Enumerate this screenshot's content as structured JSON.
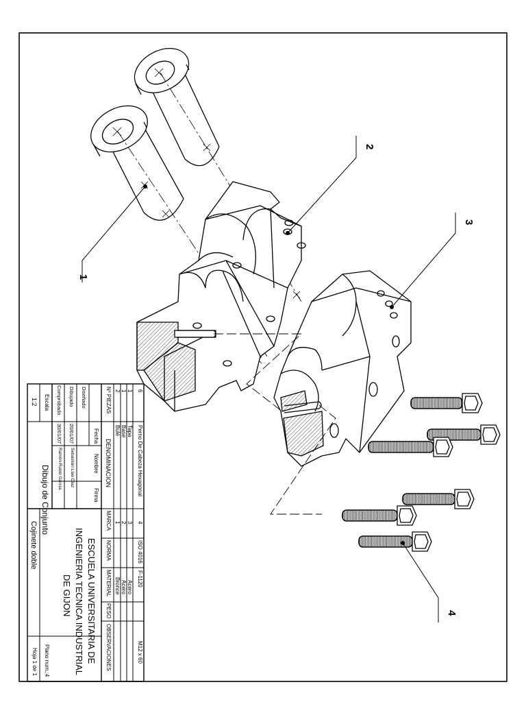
{
  "callouts": [
    {
      "num": "1"
    },
    {
      "num": "2"
    },
    {
      "num": "3"
    },
    {
      "num": "4"
    }
  ],
  "title_block": {
    "parts_header": {
      "n_piezas": "Nº PIEZAS",
      "denominacion": "DENOMINACION",
      "marca": "MARCA",
      "norma": "NORMA",
      "material": "MATERIAL",
      "peso": "PESO",
      "observaciones": "OBSERVACIONES"
    },
    "parts": [
      {
        "qty": "6",
        "name": "Perno De Cabeza Hexagonal",
        "mark": "4",
        "norm": "ISO 4016",
        "material": "F-1120",
        "obs": "M12 x 60"
      },
      {
        "qty": "1",
        "name": "Tapa",
        "mark": "3",
        "norm": "",
        "material": "Acero",
        "obs": ""
      },
      {
        "qty": "1",
        "name": "Base",
        "mark": "2",
        "norm": "",
        "material": "Acero",
        "obs": ""
      },
      {
        "qty": "2",
        "name": "Bulé",
        "mark": "1",
        "norm": "",
        "material": "Bronce",
        "obs": ""
      }
    ],
    "signatures": {
      "fecha_label": "Fecha",
      "nombre_label": "Nombre",
      "firma_label": "Firma",
      "rows": [
        {
          "role": "Diseñado",
          "date": "",
          "name": ""
        },
        {
          "role": "Dibujado",
          "date": "20/01/07",
          "name": "Sebastián Llao Díaz"
        },
        {
          "role": "Comprobado",
          "date": "30/01/07",
          "name": "Ramón Rubio García"
        }
      ]
    },
    "school": [
      "ESCUELA UNIVERSITARIA DE",
      "INGENIERIA TECNICA INDUSTRIAL",
      "DE GIJON"
    ],
    "escala_label": "Escala",
    "escala_value": "1:2",
    "drawing_type": "Dibujo de Conjunto",
    "drawing_title": "Cojinete doble",
    "plano_label": "Plano num.:",
    "plano_value": "4",
    "hoja": "Hoja 1 de 1"
  }
}
